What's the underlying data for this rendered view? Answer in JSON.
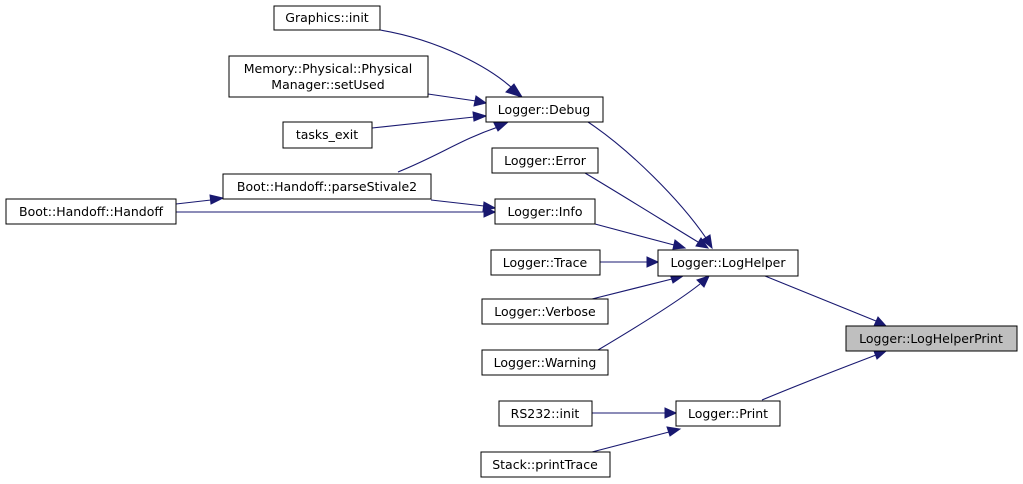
{
  "nodes": {
    "graphics_init": "Graphics::init",
    "memory_setused_line1": "Memory::Physical::Physical",
    "memory_setused_line2": "Manager::setUsed",
    "tasks_exit": "tasks_exit",
    "boot_parse": "Boot::Handoff::parseStivale2",
    "boot_handoff": "Boot::Handoff::Handoff",
    "logger_debug": "Logger::Debug",
    "logger_error": "Logger::Error",
    "logger_info": "Logger::Info",
    "logger_trace": "Logger::Trace",
    "logger_verbose": "Logger::Verbose",
    "logger_warning": "Logger::Warning",
    "logger_loghelper": "Logger::LogHelper",
    "logger_loghelperprint": "Logger::LogHelperPrint",
    "rs232_init": "RS232::init",
    "stack_printtrace": "Stack::printTrace",
    "logger_print": "Logger::Print"
  },
  "colors": {
    "edge": "#191970",
    "node_border": "#000000",
    "node_fill": "#ffffff",
    "highlight_fill": "#bfbfbf"
  }
}
